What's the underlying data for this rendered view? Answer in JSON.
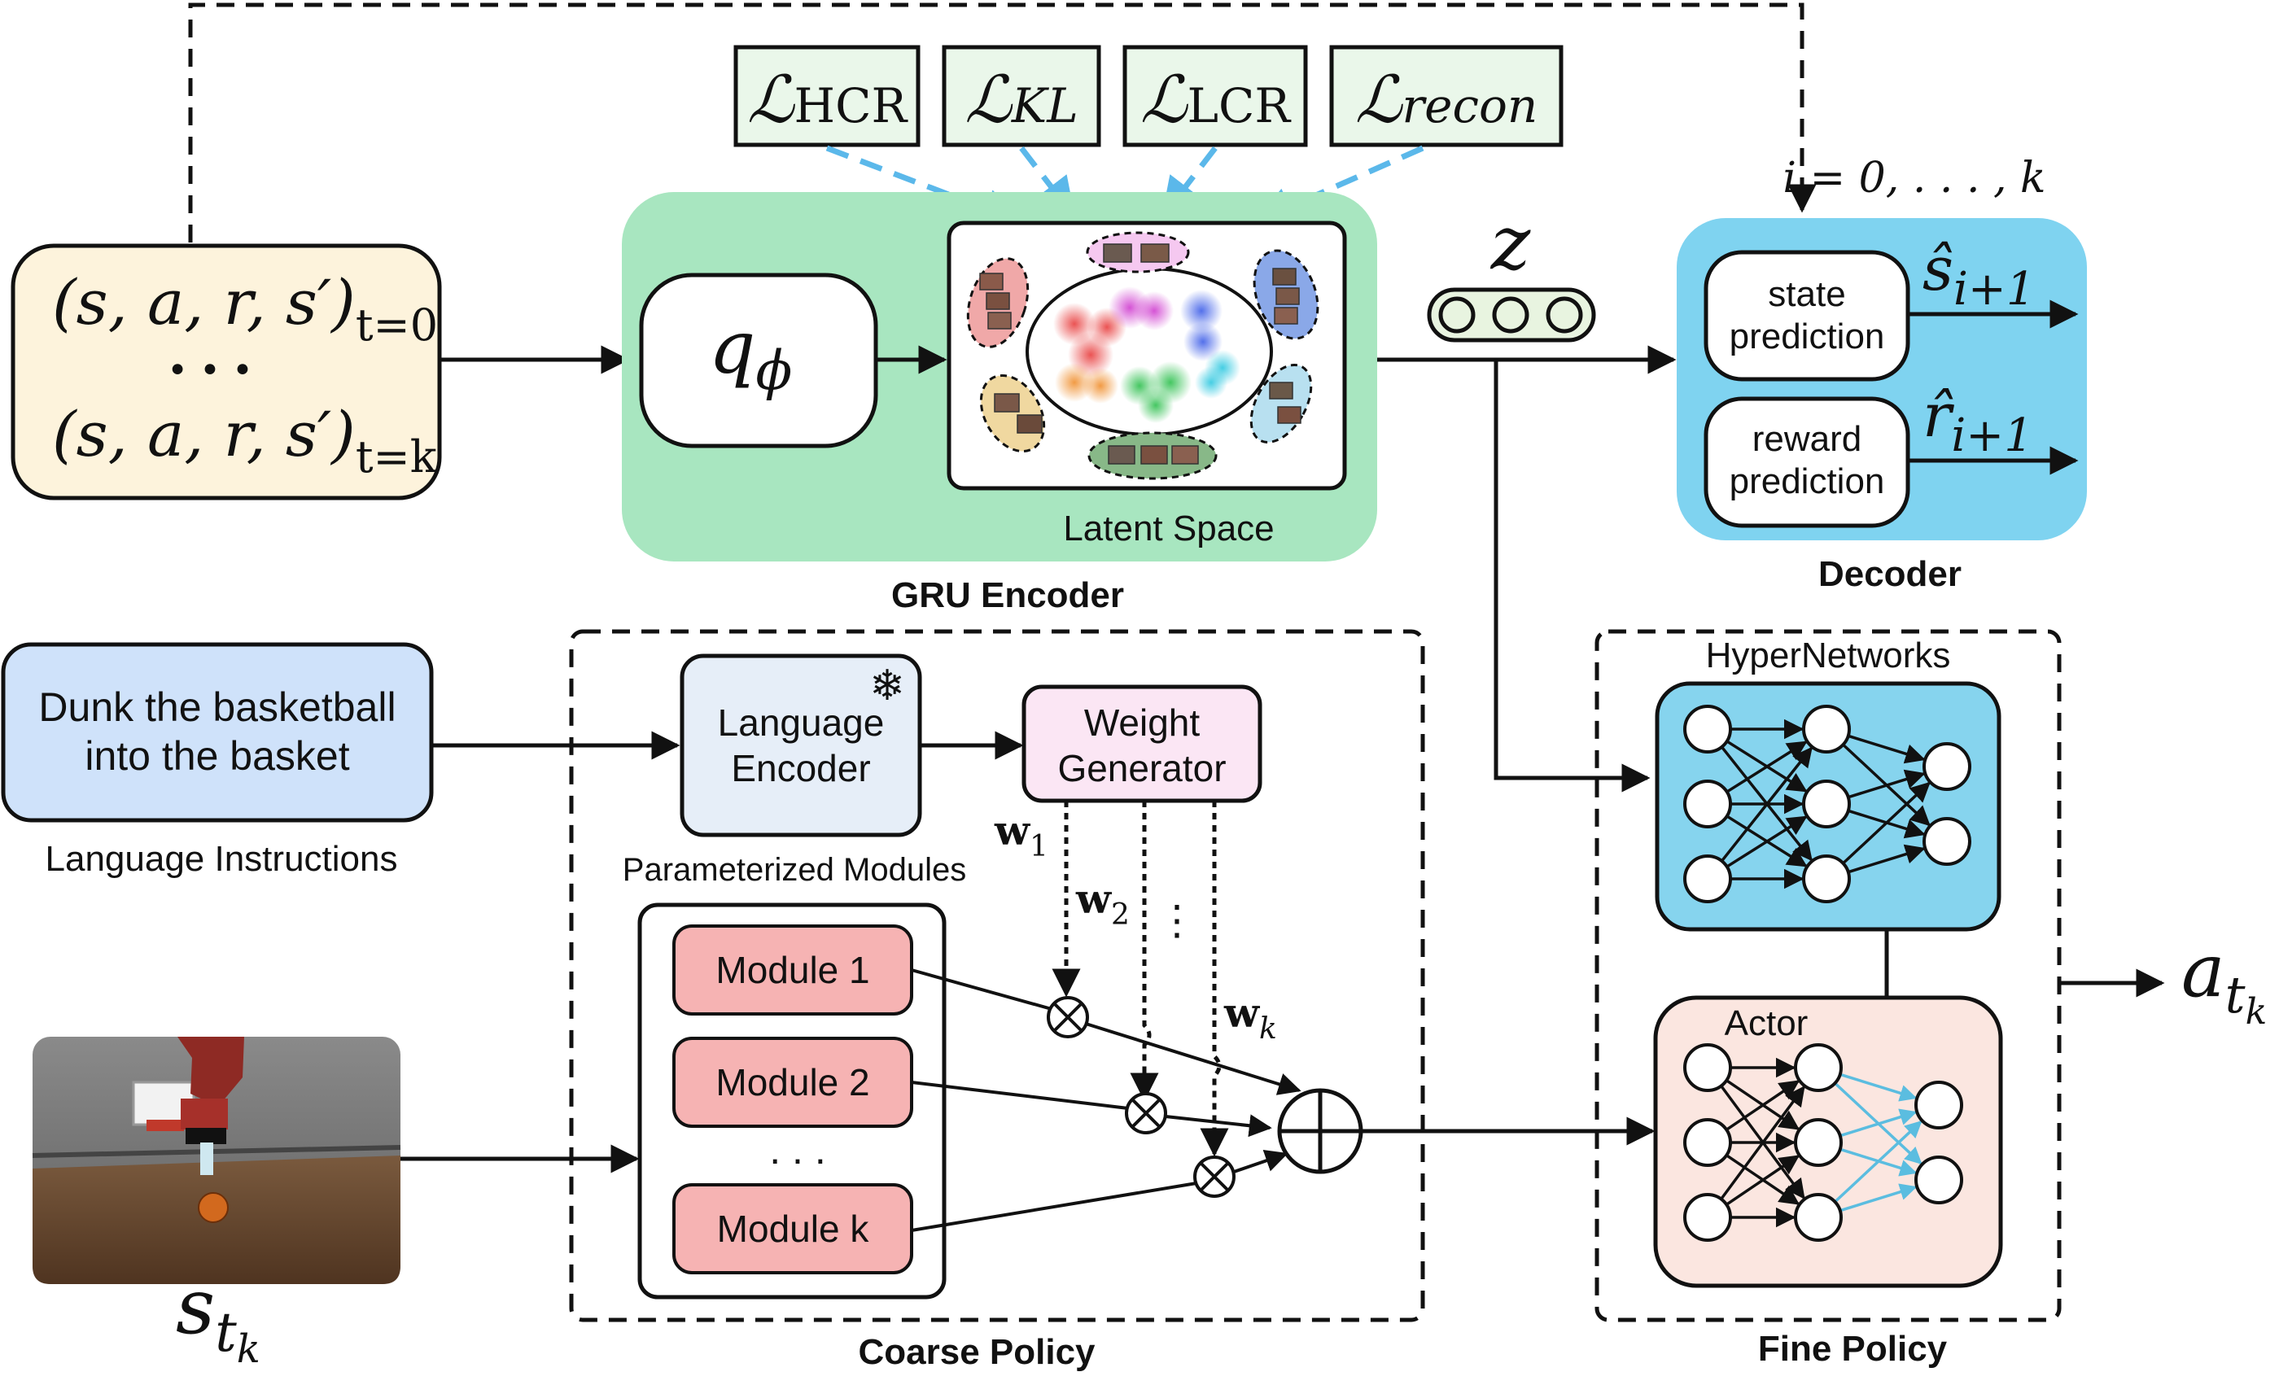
{
  "losses": [
    {
      "script": "ℒ",
      "sub": "HCR",
      "sub_style": "roman"
    },
    {
      "script": "ℒ",
      "sub": "KL",
      "sub_style": "italic"
    },
    {
      "script": "ℒ",
      "sub": "LCR",
      "sub_style": "roman"
    },
    {
      "script": "ℒ",
      "sub": "recon",
      "sub_style": "italic"
    }
  ],
  "trajectory": {
    "line1": "(s, a, r, s′)",
    "line1_sub": "t=0",
    "dots": "• • •",
    "line2": "(s, a, r, s′)",
    "line2_sub": "t=k"
  },
  "encoder": {
    "q_symbol": "q",
    "q_sub": "ϕ",
    "latent_label": "Latent Space",
    "title": "GRU Encoder"
  },
  "z_label": "z",
  "decoder": {
    "index_label": "i = 0, . . . , k",
    "state_line1": "state",
    "state_line2": "prediction",
    "reward_line1": "reward",
    "reward_line2": "prediction",
    "s_hat": "ŝ",
    "s_hat_sub": "i+1",
    "r_hat": "r̂",
    "r_hat_sub": "i+1",
    "title": "Decoder"
  },
  "instruction": {
    "line1": "Dunk the basketball",
    "line2": "into the basket",
    "caption": "Language Instructions"
  },
  "coarse": {
    "lang_line1": "Language",
    "lang_line2": "Encoder",
    "weight_line1": "Weight",
    "weight_line2": "Generator",
    "param_label": "Parameterized Modules",
    "modules": [
      "Module 1",
      "Module 2",
      "Module k"
    ],
    "module_dots": ". . .",
    "w1": "w",
    "w1_sub": "1",
    "w2": "w",
    "w2_sub": "2",
    "wk": "w",
    "wk_sub": "k",
    "title": "Coarse Policy"
  },
  "state": {
    "symbol": "s",
    "sub": "t",
    "subsub": "k"
  },
  "fine": {
    "hyper_label": "HyperNetworks",
    "actor_label": "Actor",
    "title": "Fine Policy"
  },
  "action": {
    "symbol": "a",
    "sub": "t",
    "subsub": "k"
  },
  "colors": {
    "traj_fill": "#fdf3dc",
    "encoder_fill": "#a8e6c0",
    "loss_fill": "#eaf7ea",
    "decoder_fill": "#7fd3f0",
    "hyper_fill": "#86d4ee",
    "actor_fill": "#fbe6e0",
    "instruction_fill": "#cfe2fa",
    "lang_fill": "#e6eef8",
    "weight_fill": "#fbe6f4",
    "module_fill": "#f6b3b3",
    "loss_arrow": "#5bb8ea",
    "actor_edges": "#5bbde0"
  }
}
